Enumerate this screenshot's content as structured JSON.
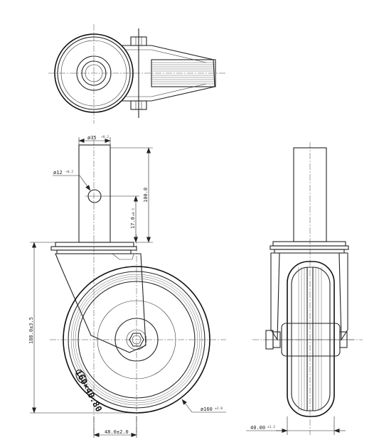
{
  "dimensions": {
    "stem_diameter": {
      "value": "ø35",
      "tol": "+0.2"
    },
    "hole_diameter": {
      "value": "ø12",
      "tol": "+0.2"
    },
    "stem_length": {
      "value": "100.0"
    },
    "hole_offset": {
      "value": "17.0",
      "tol": "±0.5"
    },
    "total_height": {
      "value": "188.0±3.5"
    },
    "wheel_diameter": {
      "value": "ø160",
      "tol": "±2.0"
    },
    "offset": {
      "value": "48.0±2.0"
    },
    "wheel_width": {
      "value": "40.00",
      "tol": "±1.2"
    }
  },
  "wheel_marking": "160×40.80",
  "colors": {
    "line": "#222222",
    "background": "#ffffff"
  }
}
